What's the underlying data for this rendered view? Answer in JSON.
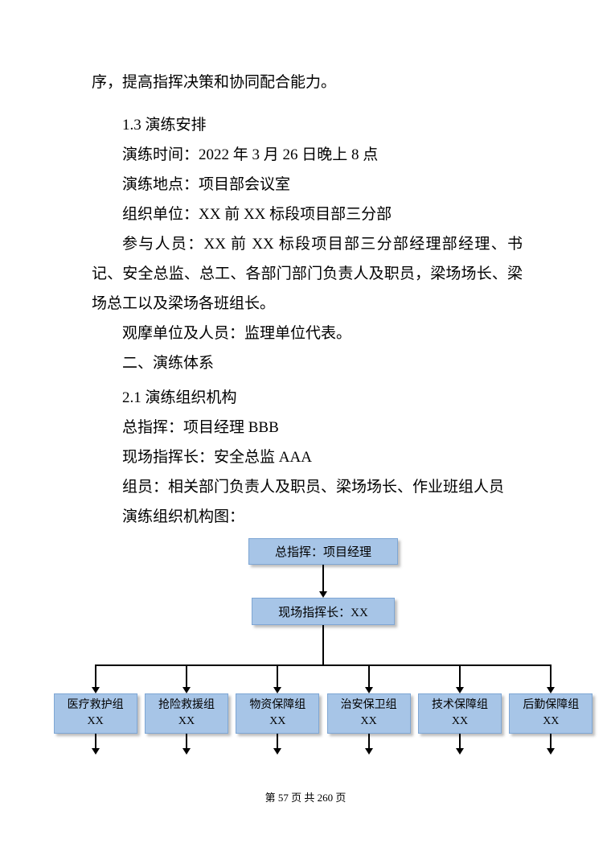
{
  "document": {
    "paragraphs": [
      {
        "text": "序，提高指挥决策和协同配合能力。"
      },
      {
        "text": "1.3 演练安排"
      },
      {
        "text": "演练时间：2022 年 3 月 26 日晚上 8 点"
      },
      {
        "text": "演练地点：项目部会议室"
      },
      {
        "text": "组织单位：XX 前 XX 标段项目部三分部"
      },
      {
        "text": "参与人员：XX 前 XX 标段项目部三分部经理部经理、书记、安全总监、总工、各部门部门负责人及职员，梁场场长、梁场总工以及梁场各班组长。"
      },
      {
        "text": "观摩单位及人员：监理单位代表。"
      },
      {
        "text": "二、演练体系"
      },
      {
        "text": "2.1 演练组织机构"
      },
      {
        "text": "总指挥：项目经理 BBB"
      },
      {
        "text": "现场指挥长：安全总监 AAA"
      },
      {
        "text": "组员：相关部门负责人及职员、梁场场长、作业班组人员"
      },
      {
        "text": "演练组织机构图："
      }
    ]
  },
  "org_chart": {
    "commander_box": "总指挥：项目经理",
    "site_commander_box": "现场指挥长：XX",
    "groups": [
      {
        "name": "医疗救护组",
        "member": "XX"
      },
      {
        "name": "抢险救援组",
        "member": "XX"
      },
      {
        "name": "物资保障组",
        "member": "XX"
      },
      {
        "name": "治安保卫组",
        "member": "XX"
      },
      {
        "name": "技术保障组",
        "member": "XX"
      },
      {
        "name": "后勤保障组",
        "member": "XX"
      }
    ],
    "box_fill": "#a7c5e7",
    "box_border": "#7ea6d4",
    "connector_color": "#000000"
  },
  "footer": {
    "page_info": "第 57 页 共 260 页"
  }
}
